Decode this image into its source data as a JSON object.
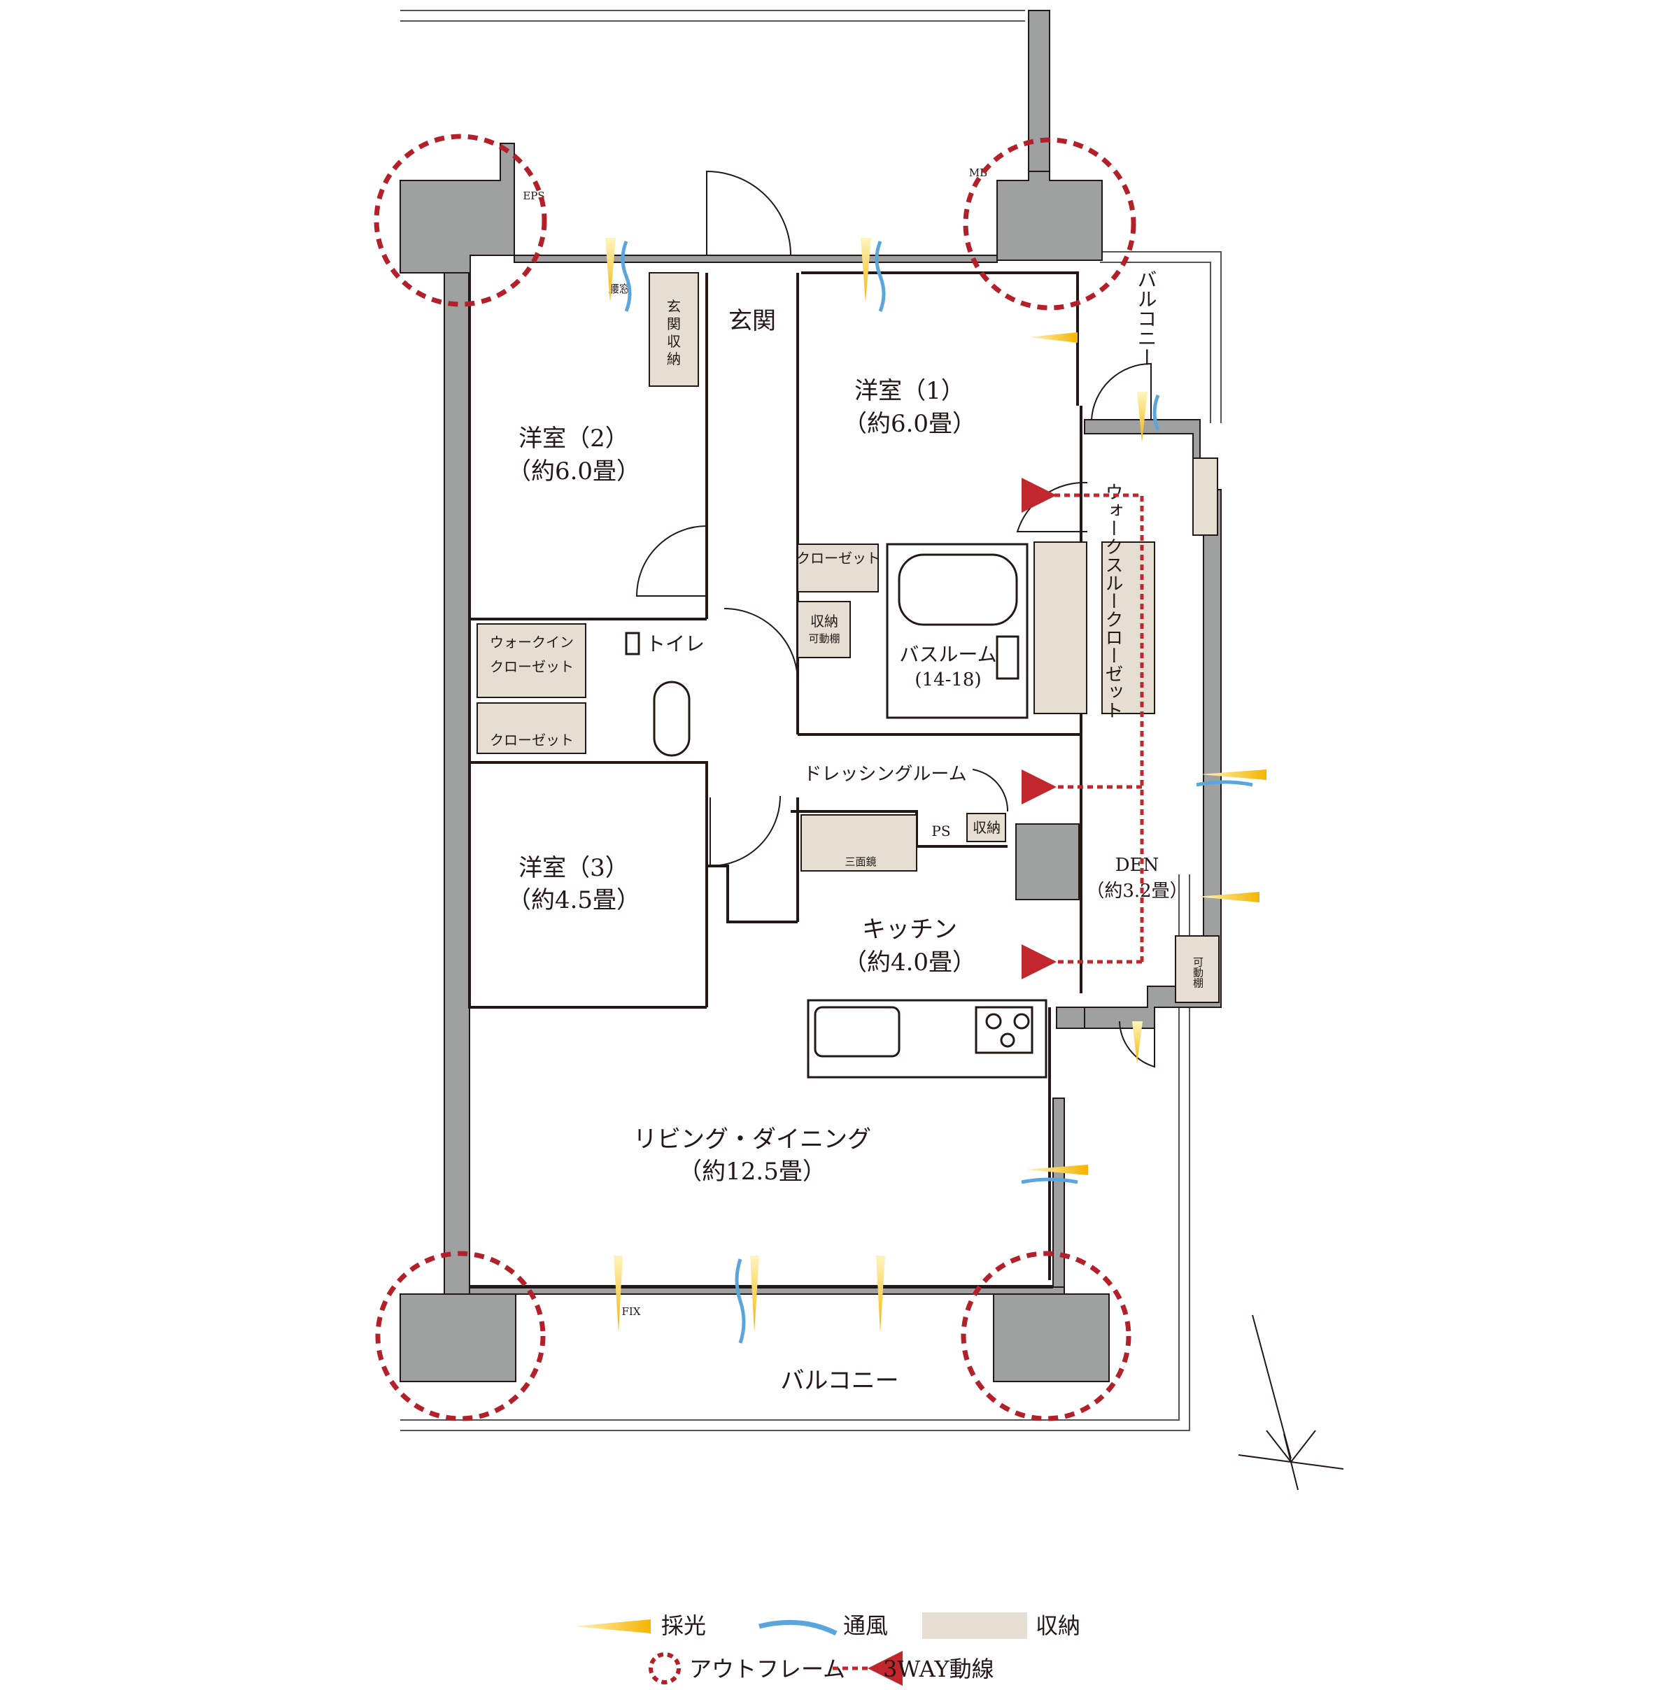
{
  "rooms": {
    "western1": {
      "name": "洋室（1）",
      "size": "（約6.0畳）"
    },
    "western2": {
      "name": "洋室（2）",
      "size": "（約6.0畳）"
    },
    "western3": {
      "name": "洋室（3）",
      "size": "（約4.5畳）"
    },
    "entrance": "玄関",
    "entrance_storage": [
      "玄",
      "関",
      "収",
      "納"
    ],
    "toilet": "トイレ",
    "bathroom": {
      "name": "バスルーム",
      "size": "(14-18)"
    },
    "dressing": "ドレッシングルーム",
    "kitchen": {
      "name": "キッチン",
      "size": "（約4.0畳）"
    },
    "living": {
      "name": "リビング・ダイニング",
      "size": "（約12.5畳）"
    },
    "den": {
      "name": "DEN",
      "size": "（約3.2畳）"
    },
    "walkin": [
      "ウォークイン",
      "クローゼット"
    ],
    "walkthrough": "ウォークスルークローゼット",
    "closet_a": "クローゼット",
    "closet_b": "クローゼット",
    "storage_shelf": [
      "収納",
      "可動棚"
    ],
    "storage": "収納",
    "movable_shelf": "可動棚",
    "ps": "PS",
    "mirror": "三面鏡",
    "eps": "EPS",
    "mb": "MB",
    "balcony_top": "バルコニー",
    "balcony_bottom": "バルコニー",
    "waist_window": "腰窓",
    "fix": "FIX"
  },
  "legend": {
    "light": "採光",
    "wind": "通風",
    "storage": "収納",
    "outframe": "アウトフレーム",
    "route": "3WAY動線"
  },
  "colors": {
    "wall": "#9fa0a0",
    "storage": "#e5ded3",
    "light": "#f5b400",
    "wind": "#5aa6dc",
    "outframe": "#b3202a",
    "route": "#c1272d"
  }
}
